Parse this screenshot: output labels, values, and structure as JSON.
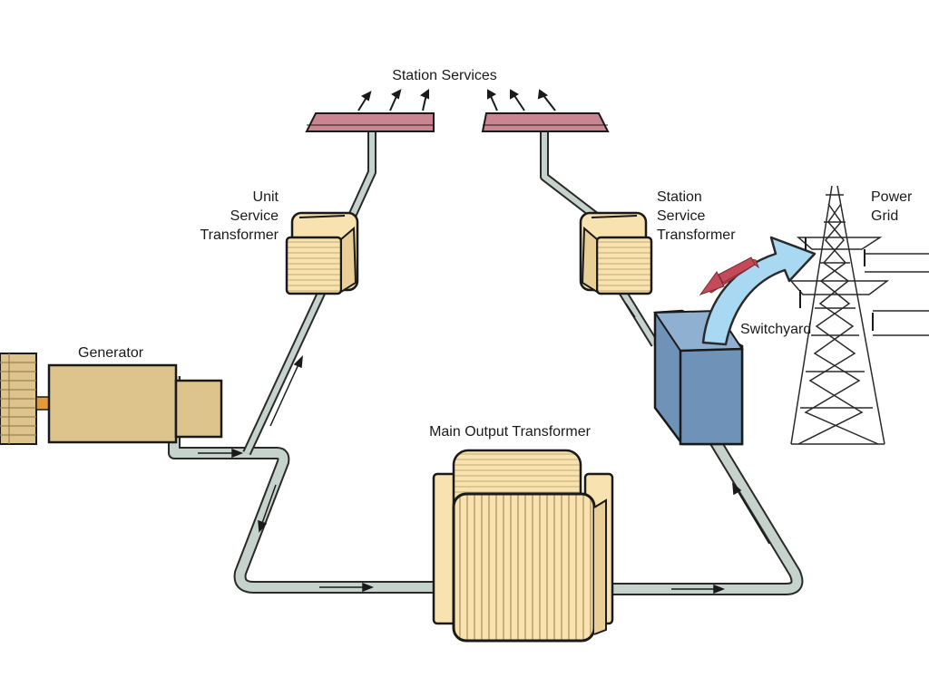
{
  "labels": {
    "station_services": "Station Services",
    "unit_service_transformer": [
      "Unit",
      "Service",
      "Transformer"
    ],
    "station_service_transformer": [
      "Station",
      "Service",
      "Transformer"
    ],
    "power_grid": [
      "Power",
      "Grid"
    ],
    "generator": "Generator",
    "switchyard": "Switchyard",
    "main_output_transformer": "Main Output Transformer"
  },
  "colors": {
    "equipment_tan": "#dcc48c",
    "transformer_cream": "#f8e3b0",
    "bus_pink": "#c98690",
    "switchyard_blue": "#6f93b8",
    "arrow_light_blue": "#a9d8f3",
    "arrow_red": "#c44a5a",
    "conductor": "#c6d2cc"
  },
  "icons": [
    "generator-icon",
    "transformer-icon",
    "bus-bar-icon",
    "switchyard-box-icon",
    "transmission-tower-icon",
    "flow-arrow-icon"
  ]
}
